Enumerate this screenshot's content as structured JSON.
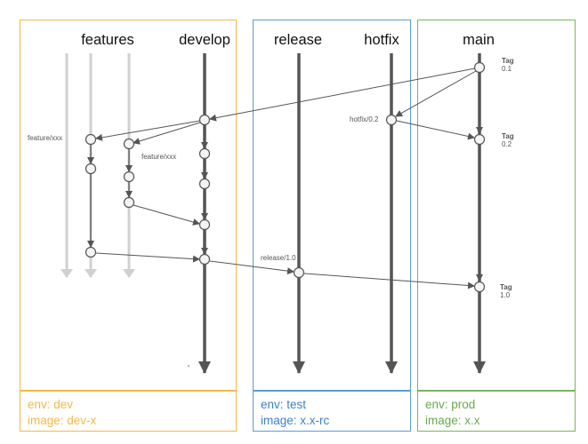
{
  "lanes": {
    "features": "features",
    "develop": "develop",
    "release": "release",
    "hotfix": "hotfix",
    "main": "main"
  },
  "envs": {
    "dev": {
      "env": "env: dev",
      "image": "image: dev-x"
    },
    "test": {
      "env": "env: test",
      "image": "image: x.x-rc"
    },
    "prod": {
      "env": "env: prod",
      "image": "image: x.x"
    }
  },
  "labels": {
    "feature_a": "feature/xxx",
    "feature_b": "feature/xxx",
    "hotfix": "hotfix/0.2",
    "release": "release/1.0",
    "tag1_title": "Tag",
    "tag1_ver": "0.1",
    "tag2_title": "Tag",
    "tag2_ver": "0.2",
    "tag3_title": "Tag",
    "tag3_ver": "1.0"
  },
  "colors": {
    "dev": "#f2b84b",
    "test": "#5b9bd5",
    "prod": "#7ab55c",
    "dev_text": "#f2b84b",
    "test_text": "#3f7fc9",
    "prod_text": "#6aa84f"
  }
}
